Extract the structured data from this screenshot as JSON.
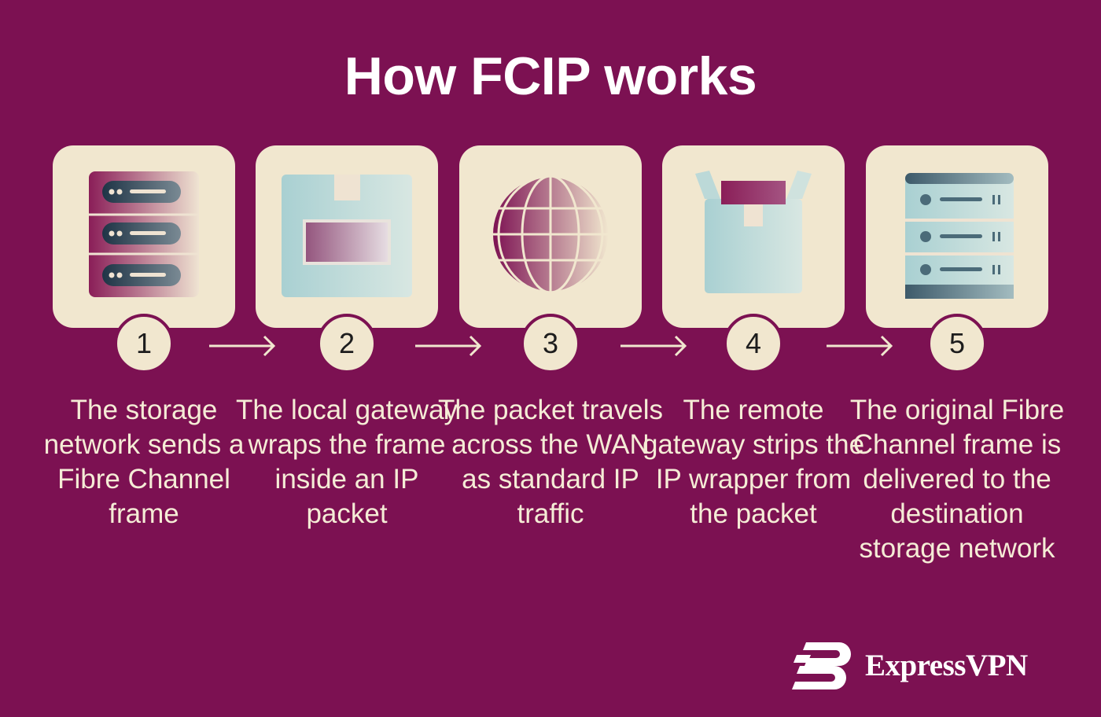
{
  "title": "How FCIP works",
  "steps": [
    {
      "number": "1",
      "text": "The storage network sends a Fibre Channel frame",
      "icon": "server-rack-icon"
    },
    {
      "number": "2",
      "text": "The local gateway wraps the frame inside an IP packet",
      "icon": "package-icon"
    },
    {
      "number": "3",
      "text": "The packet travels across the WAN as standard IP traffic",
      "icon": "globe-icon"
    },
    {
      "number": "4",
      "text": "The remote gateway strips the IP wrapper from the packet",
      "icon": "open-box-icon"
    },
    {
      "number": "5",
      "text": "The original Fibre Channel frame is delivered to the destination storage network",
      "icon": "server-rack-icon"
    }
  ],
  "brand": "ExpressVPN",
  "colors": {
    "background": "#7c1152",
    "card": "#f1e7cf",
    "text": "#f5ecd6"
  }
}
